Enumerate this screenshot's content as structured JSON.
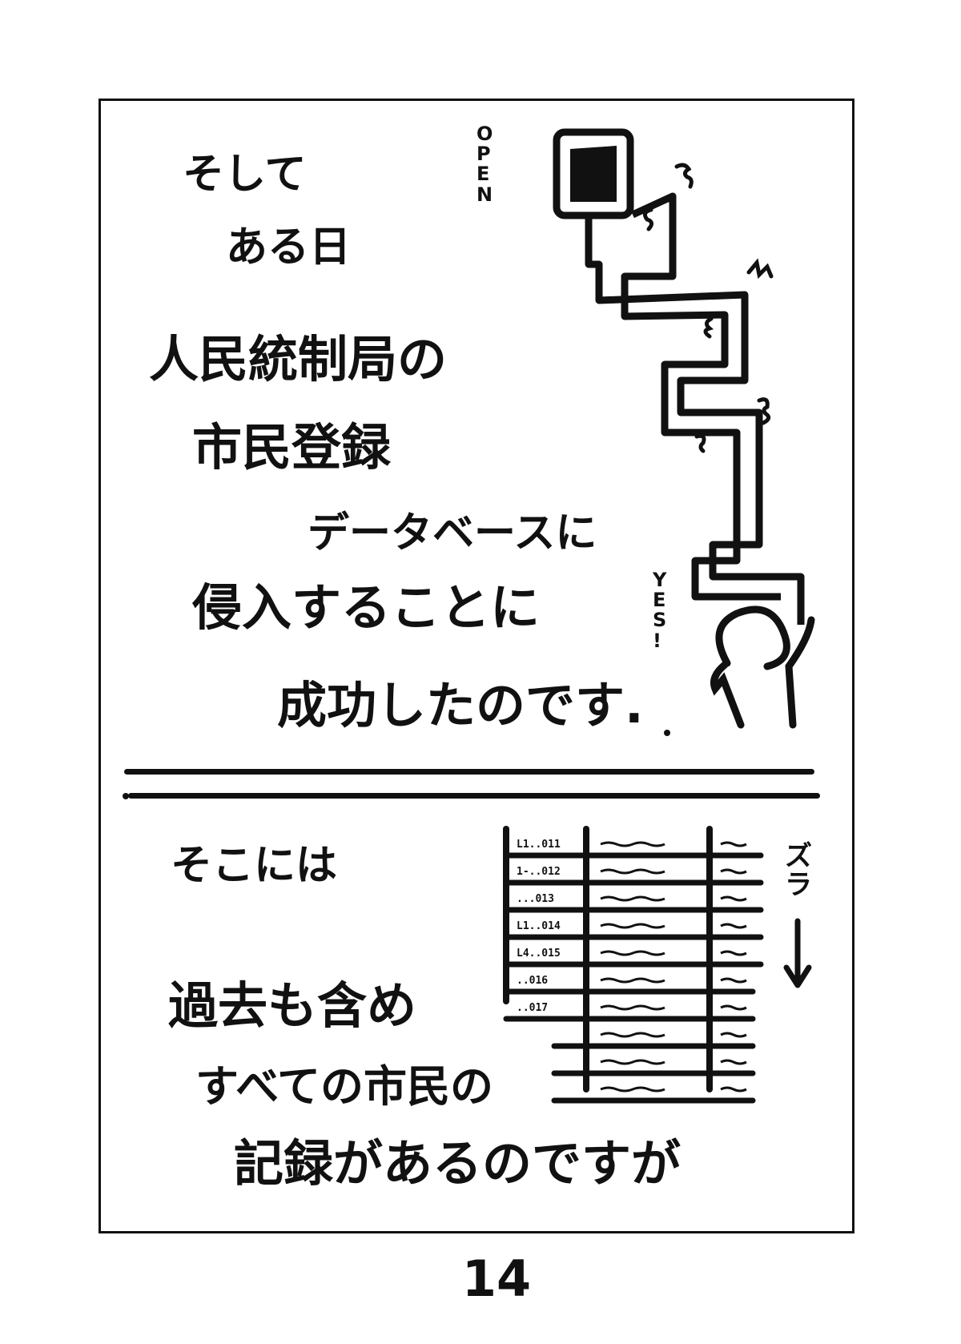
{
  "top_panel": {
    "line1": "そして",
    "line2": "ある日",
    "line3": "人民統制局の",
    "line4": "市民登録",
    "line5": "データベースに",
    "line6": "侵入することに",
    "line7": "成功したのです.",
    "open_label": "OPEN",
    "yes_label": "YES!"
  },
  "bottom_panel": {
    "line1": "そこには",
    "line2": "過去も含め",
    "line3": "すべての市民の",
    "line4": "記録があるのですが",
    "zura_label": "ズラ",
    "arrow_icon": "down-arrow-icon",
    "records": [
      "L1..011",
      "1-..012",
      "...013",
      "L1..014",
      "L4..015",
      "..016",
      "..017"
    ]
  },
  "page_number": "14"
}
